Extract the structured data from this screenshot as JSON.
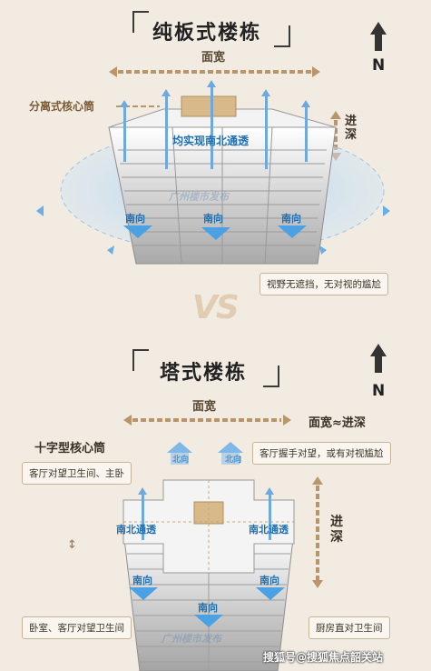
{
  "slab": {
    "title": "纯板式楼栋",
    "north": "N",
    "width_label": "面宽",
    "core_label": "分离式核心筒",
    "depth_label": "进深",
    "through_label": "均实现南北通透",
    "south_labels": [
      "南向",
      "南向",
      "南向"
    ],
    "watermark": "广州楼市发布",
    "callout": "视野无遮挡，无对视的尴尬"
  },
  "vs_text": "VS",
  "tower": {
    "title": "塔式楼栋",
    "north": "N",
    "width_label": "面宽",
    "ratio_label": "面宽≈进深",
    "core_label": "十字型核心筒",
    "depth_label": "进深",
    "north_labels": [
      "北向",
      "北向"
    ],
    "through_labels": [
      "南北通透",
      "南北通透"
    ],
    "south_labels": [
      "南向",
      "南向",
      "南向"
    ],
    "callout_top_left": "客厅对望卫生间、主卧",
    "callout_top_right": "客厅握手对望，或有对视尴尬",
    "callout_bottom_left": "卧室、客厅对望卫生间",
    "callout_bottom_right": "厨房直对卫生间",
    "side_marker": "↕",
    "watermark": "广州楼市发布"
  },
  "footer": "搜狐号@搜狐焦点韶关站",
  "colors": {
    "background": "#f1ebe2",
    "accent_brown": "#b9956b",
    "blue": "#4aa1e3",
    "building": "#d8d8d8"
  }
}
